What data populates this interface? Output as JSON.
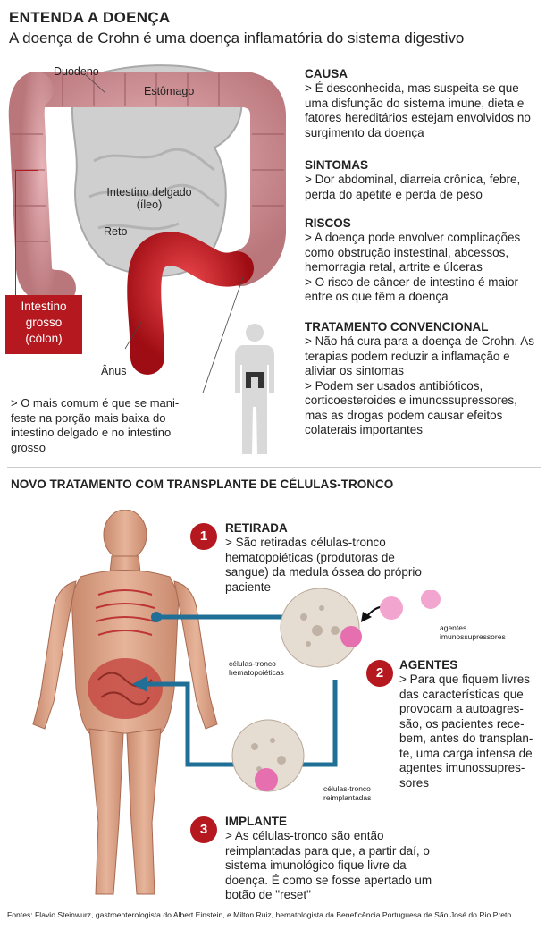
{
  "header": {
    "title": "ENTENDA A DOENÇA",
    "subtitle": "A doença de Crohn é uma doença inflamatória do sistema digestivo"
  },
  "anatomy_labels": {
    "duodeno": "Duodeno",
    "estomago": "Estômago",
    "intestino_delgado_1": "Intestino delgado",
    "intestino_delgado_2": "(íleo)",
    "reto": "Reto",
    "anus": "Ânus",
    "intestino_grosso_1": "Intestino",
    "intestino_grosso_2": "grosso",
    "intestino_grosso_3": "(cólon)"
  },
  "note": "> O mais comum é que se mani- feste na porção mais baixa do intestino delgado e no intestino grosso",
  "sections": [
    {
      "title": "CAUSA",
      "text": "> É desconhecida, mas suspeita-se que uma disfunção do sistema imune, dieta e fatores hereditários estejam envolvidos no surgimento da doença"
    },
    {
      "title": "SINTOMAS",
      "text": "> Dor abdominal, diarreia crônica, febre, perda do apetite e perda de peso"
    },
    {
      "title": "RISCOS",
      "text": "> A doença pode envolver complicações como obstrução instestinal, abcessos, hemorragia retal, artrite e úlceras",
      "text2": "> O risco de câncer de intestino é maior entre os que têm a doença"
    },
    {
      "title": "TRATAMENTO CONVENCIONAL",
      "text": "> Não há cura para a doença de Crohn. As terapias podem reduzir a inflamação e aliviar os sintomas",
      "text2": "> Podem ser usados antibióticos, corticoesteroides e imunossupressores, mas as drogas podem causar efeitos colaterais importantes"
    }
  ],
  "treatment": {
    "title": "NOVO TRATAMENTO COM TRANSPLANTE DE CÉLULAS-TRONCO",
    "steps": [
      {
        "num": "1",
        "title": "RETIRADA",
        "text": "> São retiradas células-tronco hematopoiéticas (produtoras de sangue) da medula óssea do próprio paciente"
      },
      {
        "num": "2",
        "title": "AGENTES",
        "text": "> Para que fiquem livres das características que provocam a autoagres- são, os pacientes rece- bem, antes do transplan- te, uma carga intensa de agentes imunossupres- sores"
      },
      {
        "num": "3",
        "title": "IMPLANTE",
        "text": "> As células-tronco são então reimplantadas para que, a partir daí, o sistema imunológico fique livre da doença. É como se fosse apertado um botão de \"reset\""
      }
    ],
    "labels": {
      "cells_1": "células-tronco",
      "cells_2": "hematopoiéticas",
      "agents_1": "agentes",
      "agents_2": "imunossupressores",
      "reimplant_1": "células-tronco",
      "reimplant_2": "reimplantadas"
    }
  },
  "footer": "Fontes: Flavio Steinwurz, gastroenterologista do Albert Einstein, e Milton Ruiz, hematologista da Beneficência Portuguesa de São José do Rio Preto",
  "colors": {
    "accent": "#b5191f",
    "arrow": "#1f6f96",
    "intestine": "#c98a8f",
    "bowel_inflamed": "#c0181f"
  }
}
